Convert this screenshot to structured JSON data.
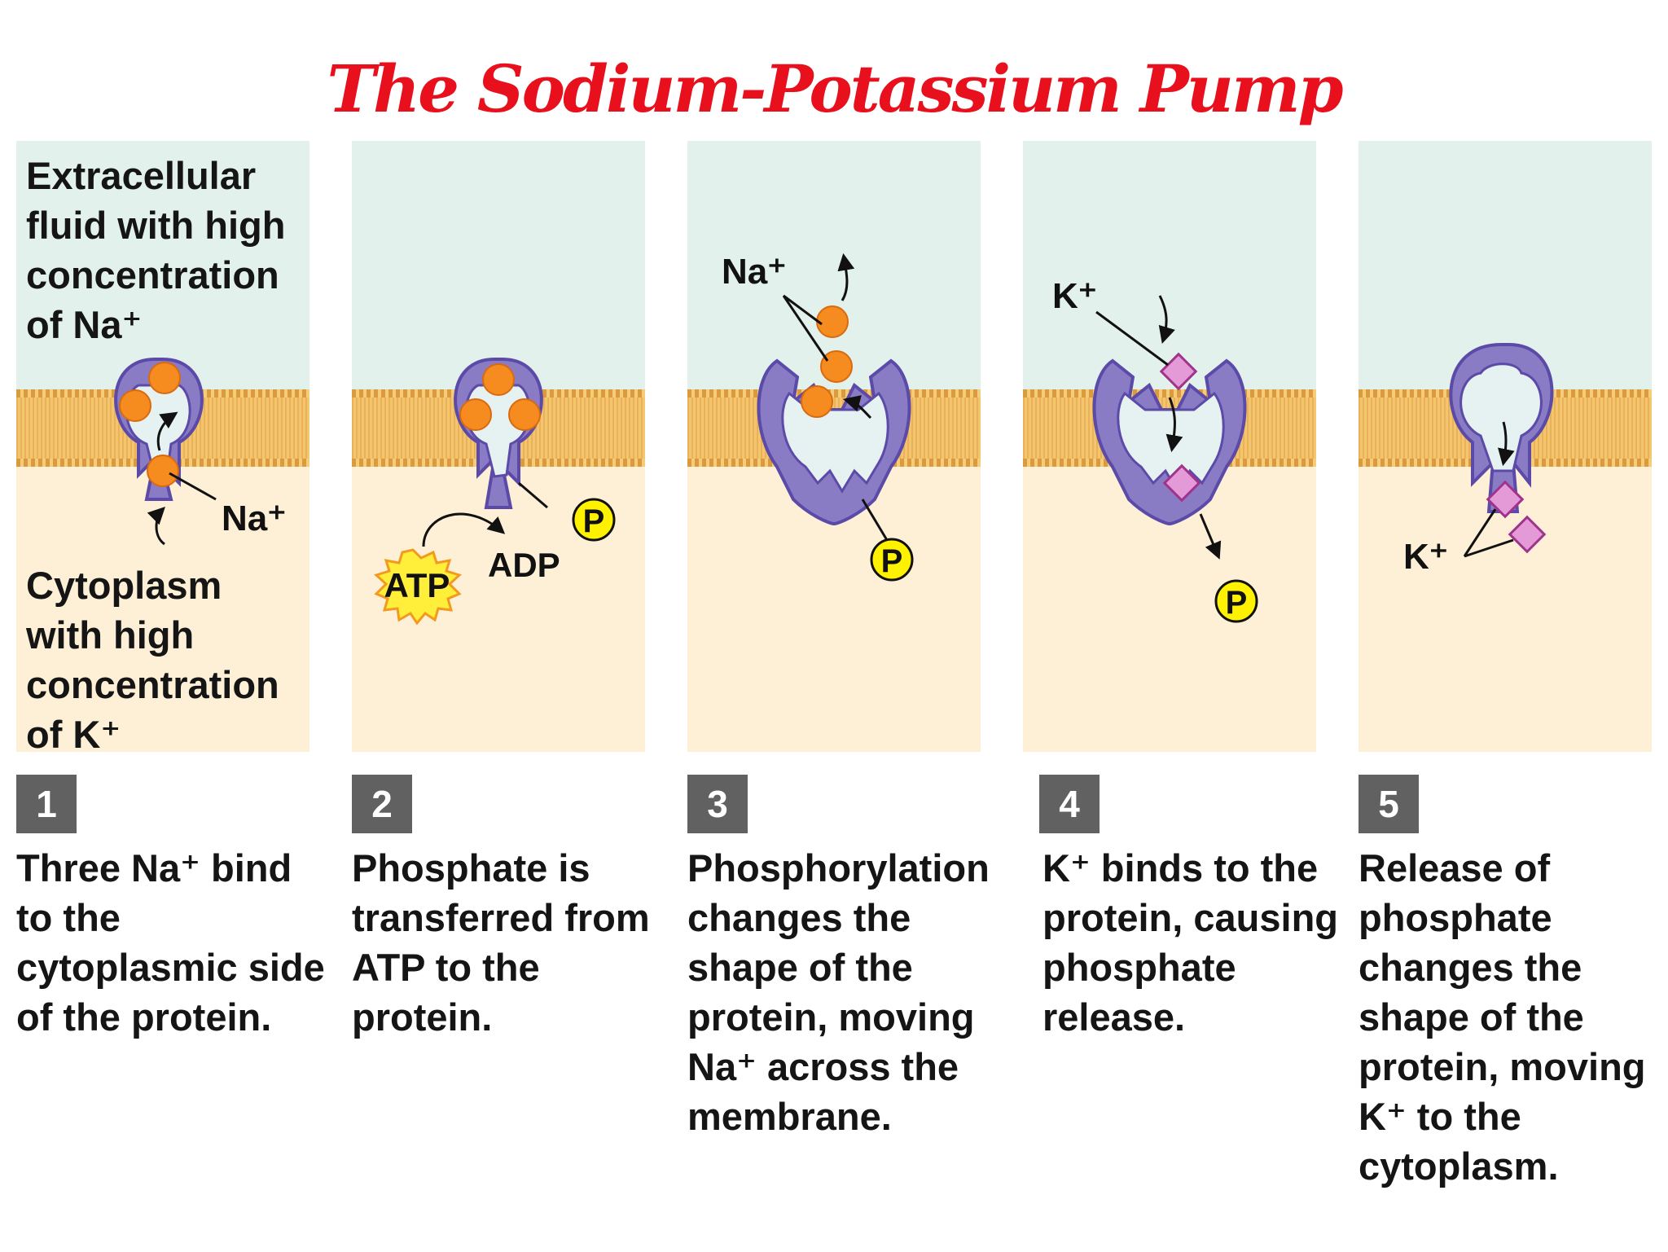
{
  "title": "The Sodium-Potassium Pump",
  "labels": {
    "extracellular": "Extracellular fluid with high concentration of Na⁺",
    "cytoplasm": "Cytoplasm with high concentration of K⁺",
    "na": "Na⁺",
    "k": "K⁺",
    "atp": "ATP",
    "adp": "ADP",
    "p": "P"
  },
  "steps": [
    {
      "number": "1",
      "text": "Three Na⁺ bind to the cytoplasmic side of the protein."
    },
    {
      "number": "2",
      "text": "Phosphate is transferred from ATP to the protein."
    },
    {
      "number": "3",
      "text": "Phosphorylation changes the shape of the protein, moving Na⁺ across the membrane."
    },
    {
      "number": "4",
      "text": "K⁺ binds to the protein, causing phosphate release."
    },
    {
      "number": "5",
      "text": "Release of phosphate changes the shape of the protein, moving K⁺ to the cytoplasm."
    }
  ],
  "colors": {
    "title": "#e8101c",
    "extracellular": "#e2f1ec",
    "membrane": "#f3c56c",
    "cytoplasm": "#fdf0d6",
    "protein": "#8a7cc4",
    "protein_outline": "#5b4aa8",
    "sodium": "#f68b1f",
    "potassium": "#e49ad6",
    "phosphate": "#fff200",
    "badge": "#616161"
  }
}
